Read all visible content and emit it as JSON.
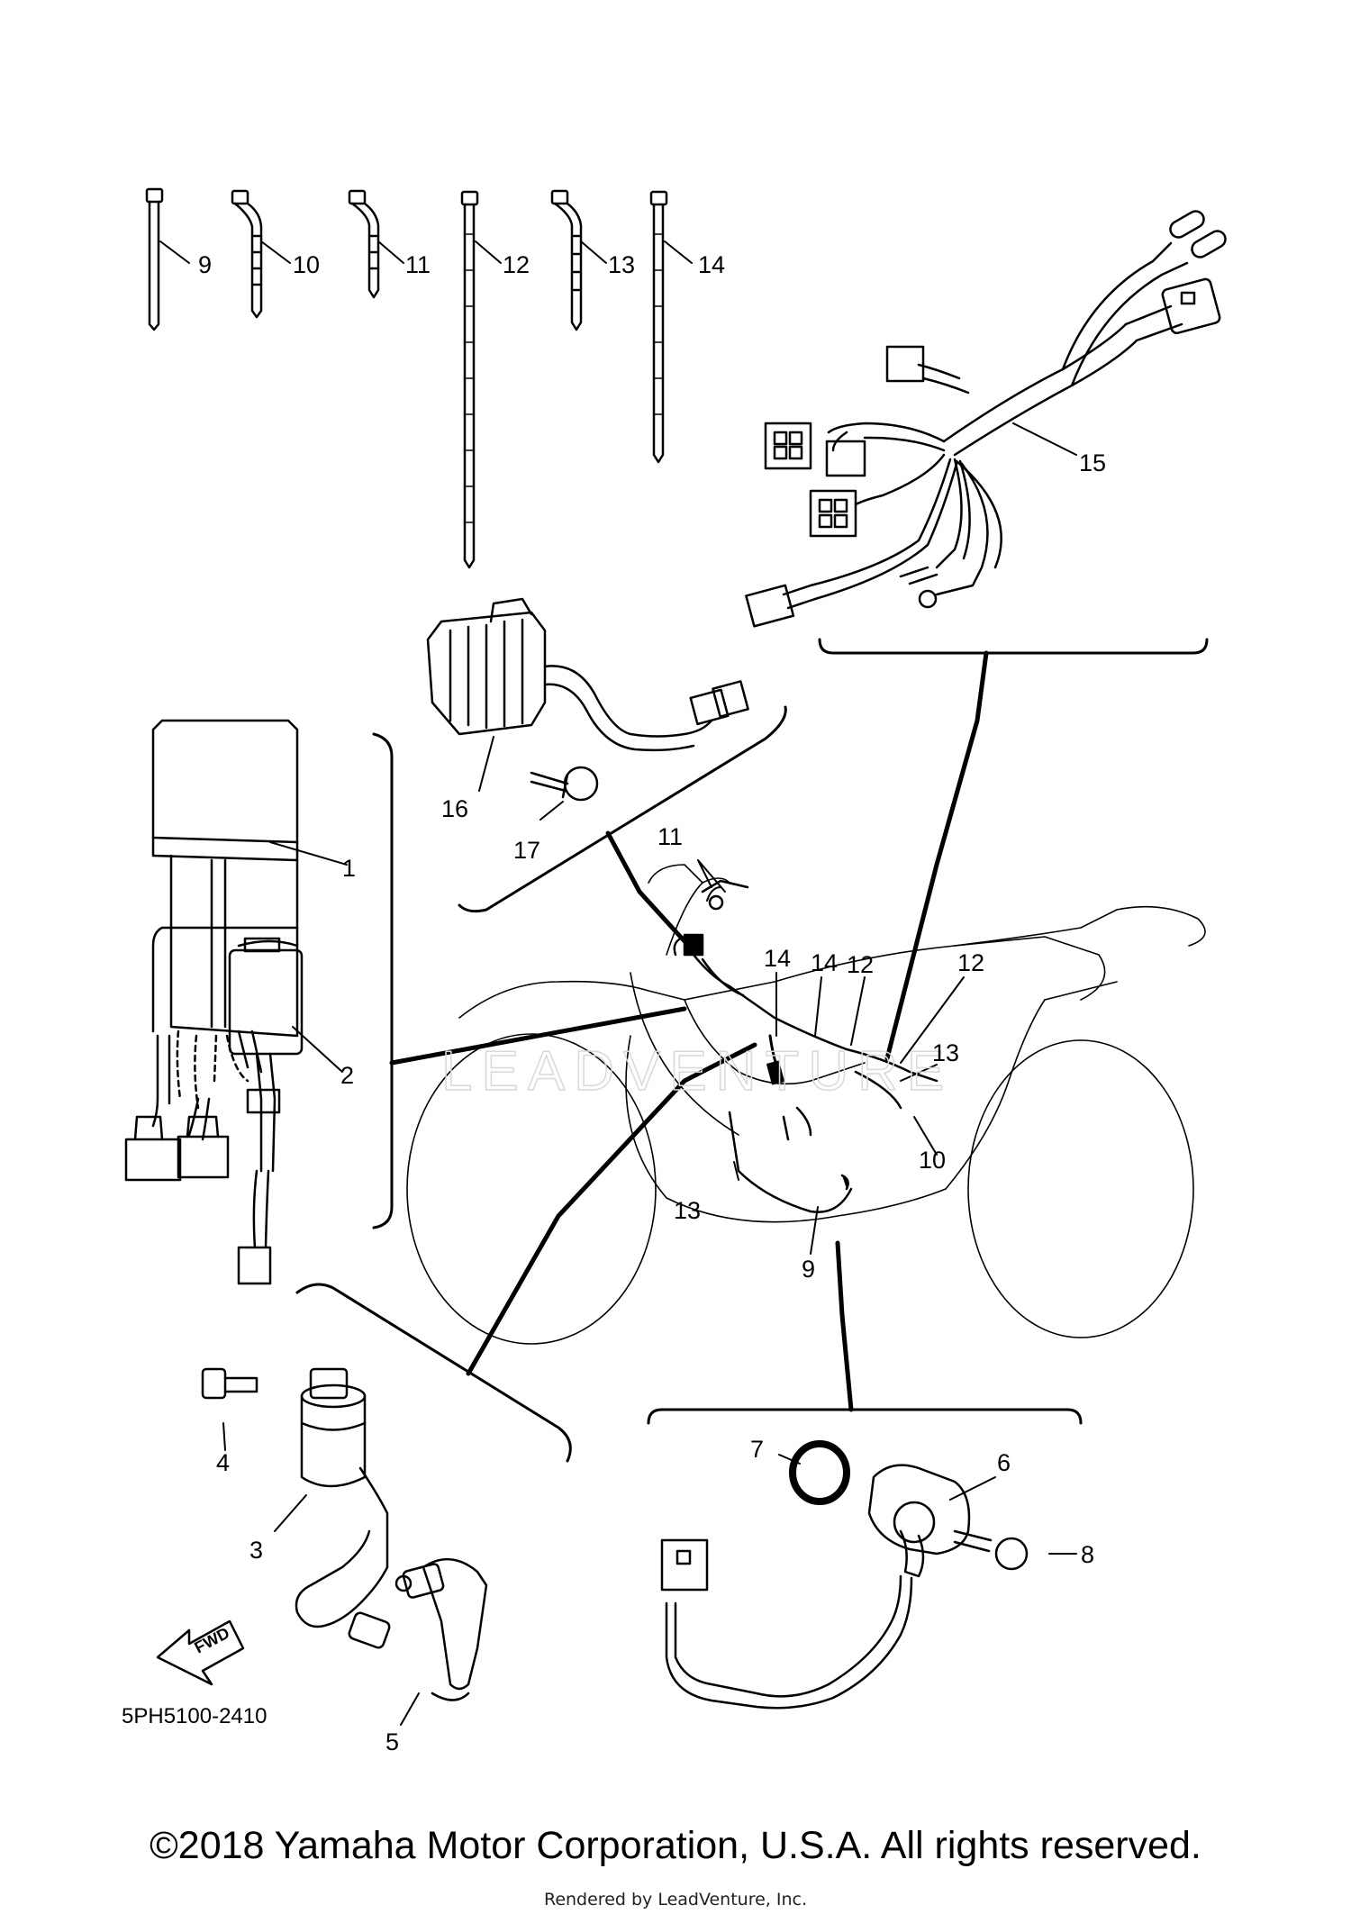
{
  "diagram_code": "5PH5100-2410",
  "fwd_label": "FWD",
  "watermark": "LEADVENTURE",
  "copyright": "©2018 Yamaha Motor Corporation, U.S.A. All rights reserved.",
  "rendered_by": "Rendered by LeadVenture, Inc.",
  "callouts": {
    "c1": "1",
    "c2": "2",
    "c3": "3",
    "c4": "4",
    "c5": "5",
    "c6": "6",
    "c7": "7",
    "c8": "8",
    "c9_tie": "9",
    "c10_tie": "10",
    "c11_tie": "11",
    "c12_tie": "12",
    "c13_tie": "13",
    "c14_tie": "14",
    "c15": "15",
    "c16": "16",
    "c17": "17",
    "c11_bike": "11",
    "c14_bike_a": "14",
    "c14_bike_b": "14",
    "c12_bike_a": "12",
    "c12_bike_b": "12",
    "c13_bike_a": "13",
    "c13_bike_b": "13",
    "c10_bike": "10",
    "c9_bike": "9"
  },
  "colors": {
    "line": "#000000",
    "watermark": "#d8d8d8"
  }
}
